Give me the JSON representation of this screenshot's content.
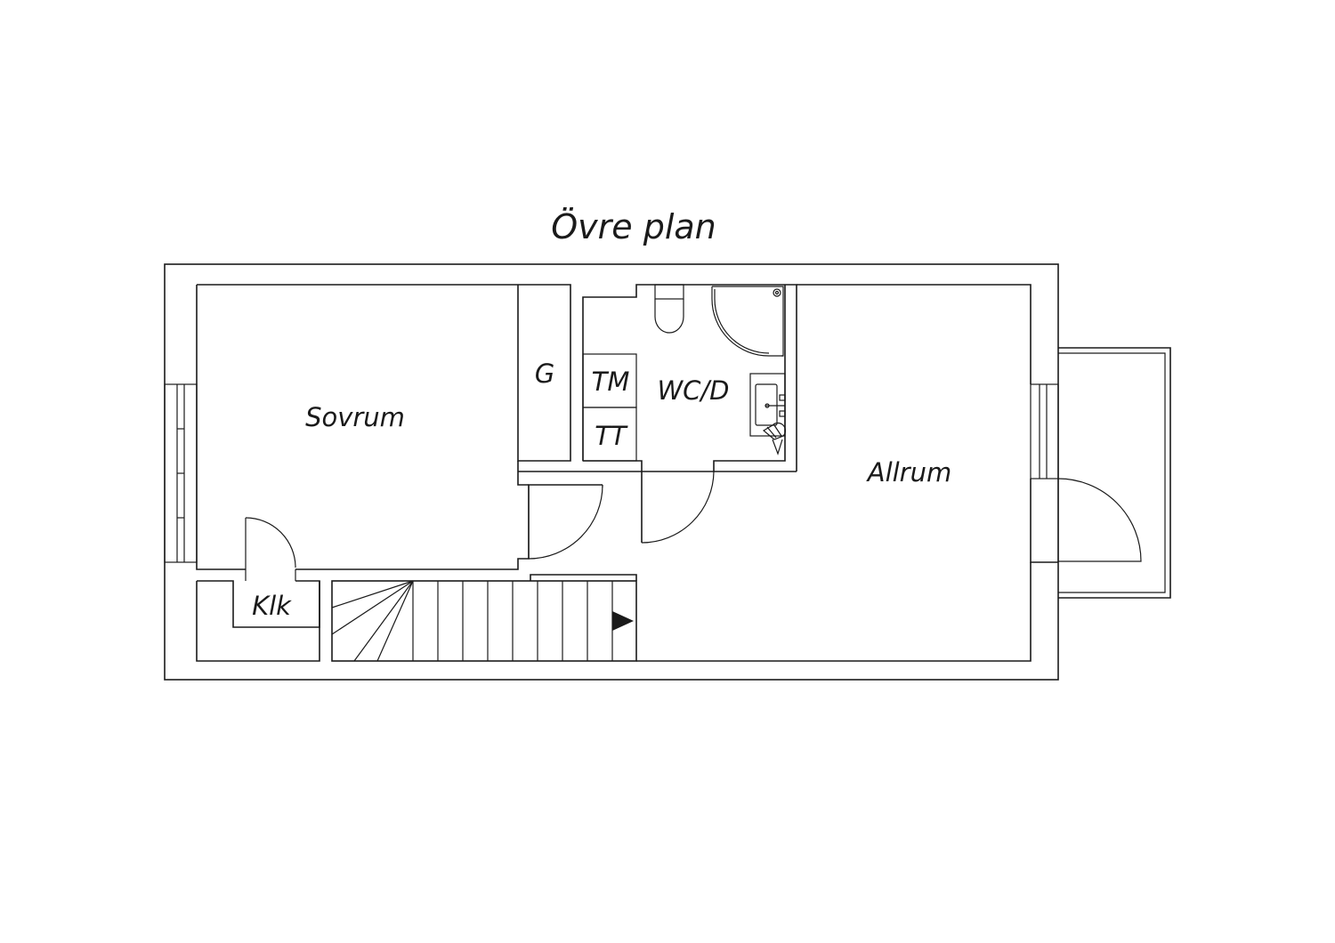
{
  "title": "Övre plan",
  "rooms": {
    "sovrum": "Sovrum",
    "garderob": "G",
    "tm": "TM",
    "tt": "TT",
    "wc": "WC/D",
    "allrum": "Allrum",
    "klk": "Klk"
  },
  "colors": {
    "line": "#1a1a1a",
    "background": "#ffffff"
  }
}
